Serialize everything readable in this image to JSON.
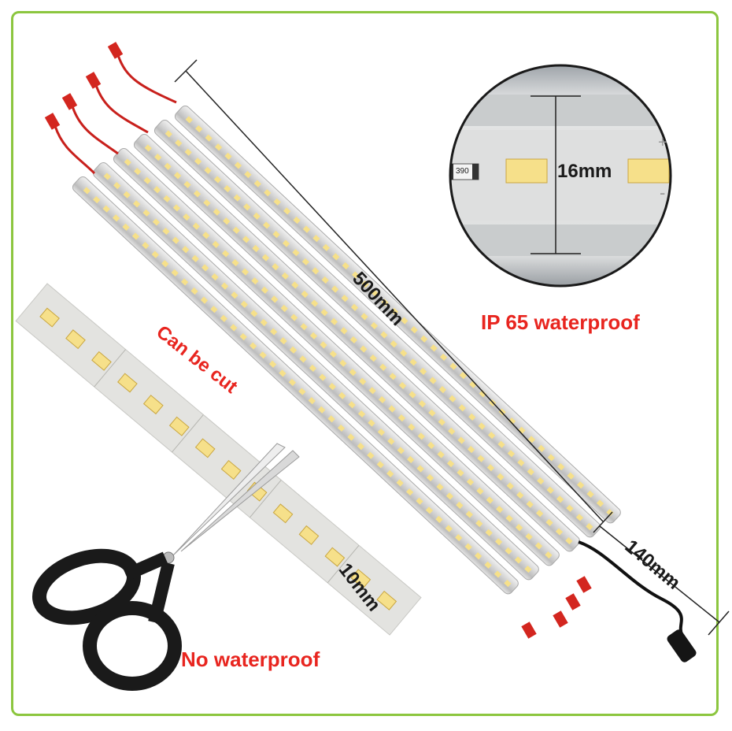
{
  "labels": {
    "length": "500mm",
    "cable": "140mm",
    "height": "16mm",
    "width": "10mm",
    "waterproof": "IP 65 waterproof",
    "cut": "Can be cut",
    "not_waterproof": "No waterproof"
  },
  "pcb_marks": {
    "chip": "390",
    "plus": "+",
    "minus": "-"
  },
  "colors": {
    "frame": "#8cc63f",
    "callout_red": "#e8251f",
    "led": "#f6e08a",
    "pcb": "#e3e3e0"
  },
  "tube_count": 6
}
